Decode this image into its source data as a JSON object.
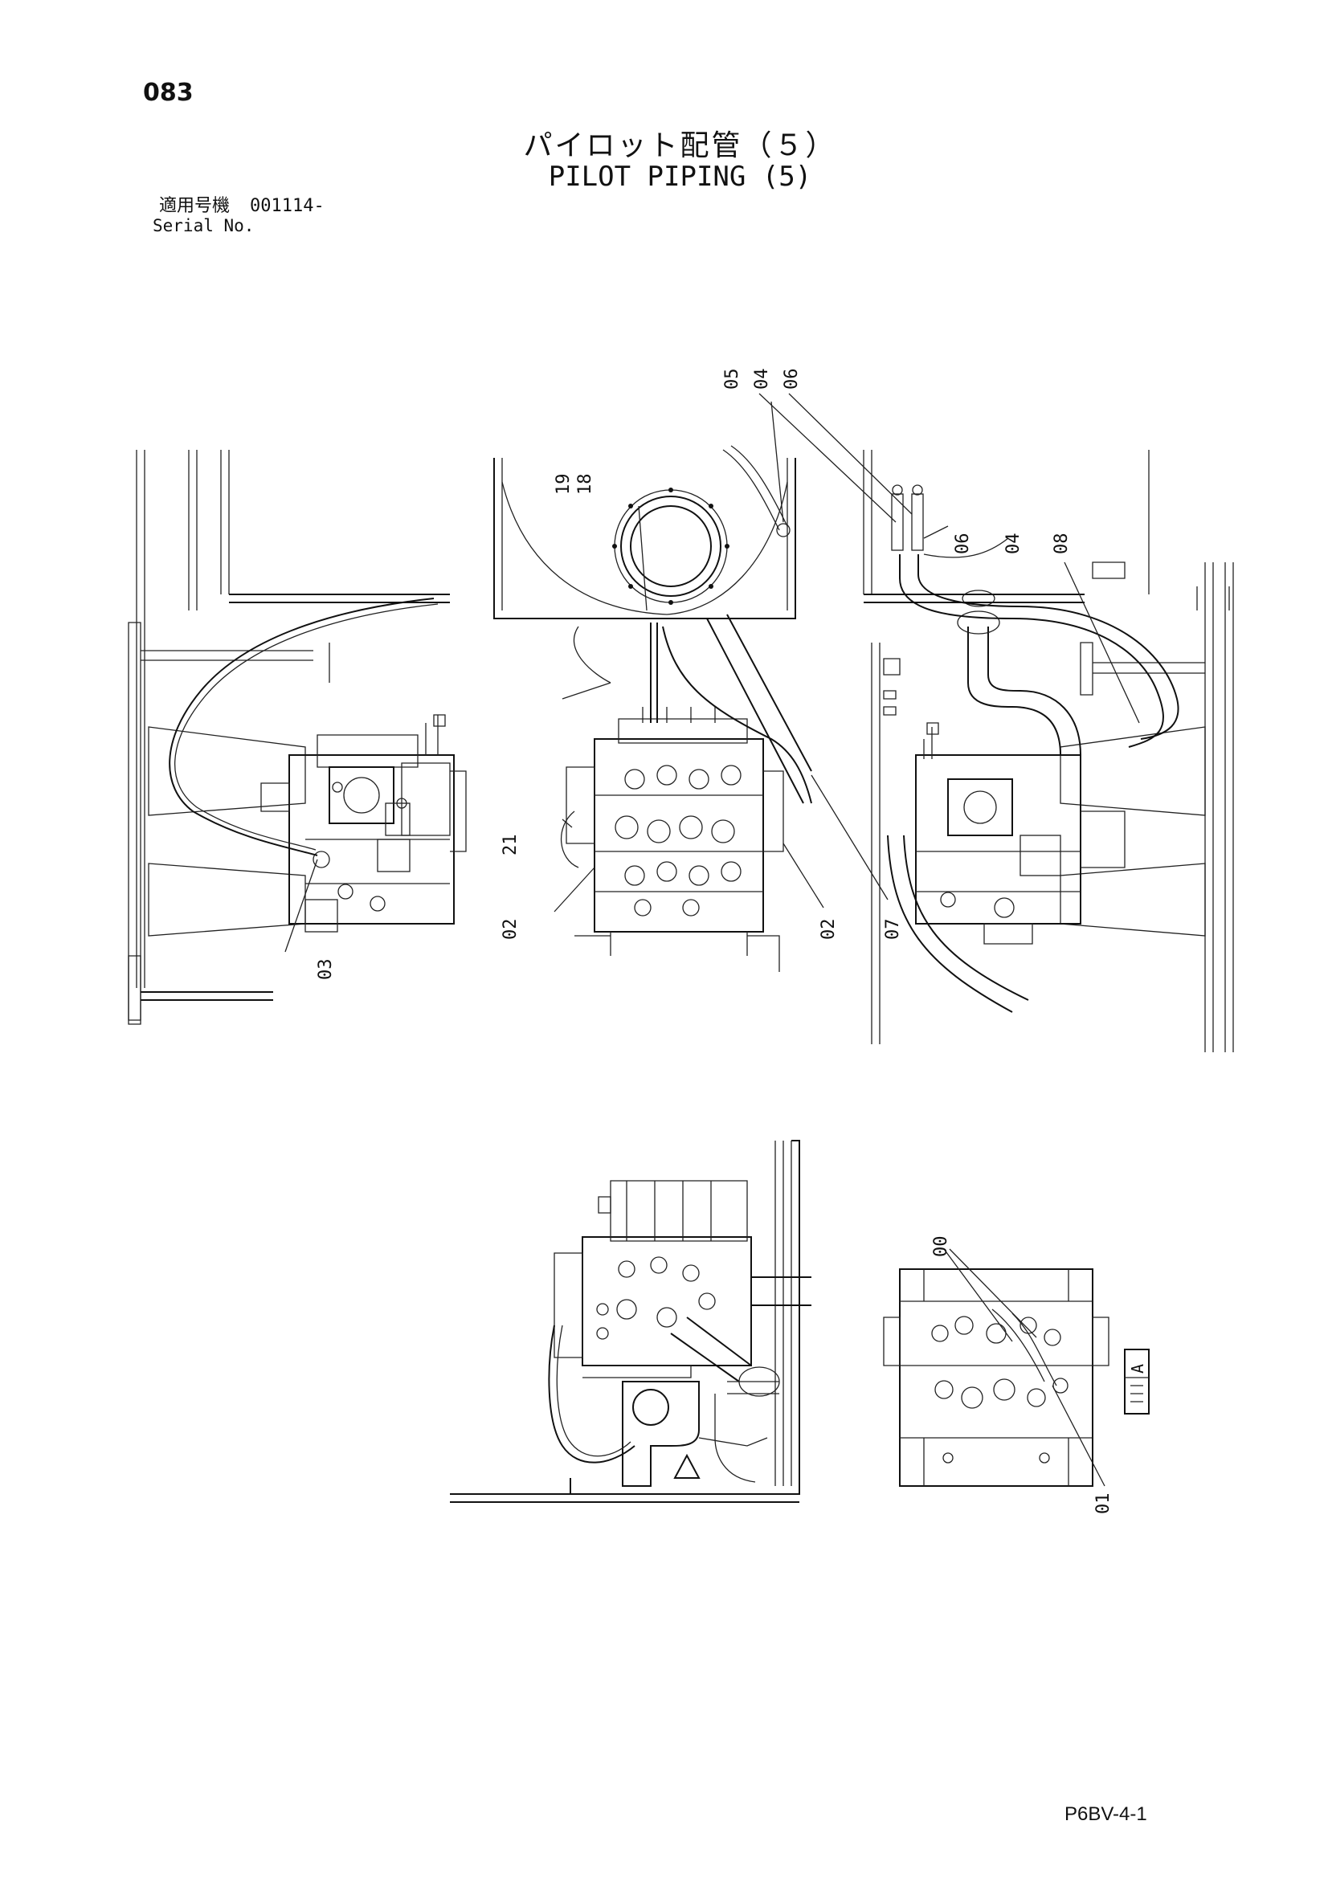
{
  "page": {
    "number": "083",
    "title_jp": "パイロット配管（５）",
    "title_en": "PILOT PIPING (5)",
    "serial_label_jp": "適用号機",
    "serial_value": "001114-",
    "serial_label_en": "Serial No.",
    "footer_code": "P6BV-4-1"
  },
  "callouts": {
    "c05": "05",
    "c04a": "04",
    "c06a": "06",
    "c19": "19",
    "c18": "18",
    "c06b": "06",
    "c04b": "04",
    "c08": "08",
    "c21": "21",
    "c02a": "02",
    "c02b": "02",
    "c07": "07",
    "c03": "03",
    "c00": "00",
    "c01": "01",
    "view_marker": "A"
  }
}
